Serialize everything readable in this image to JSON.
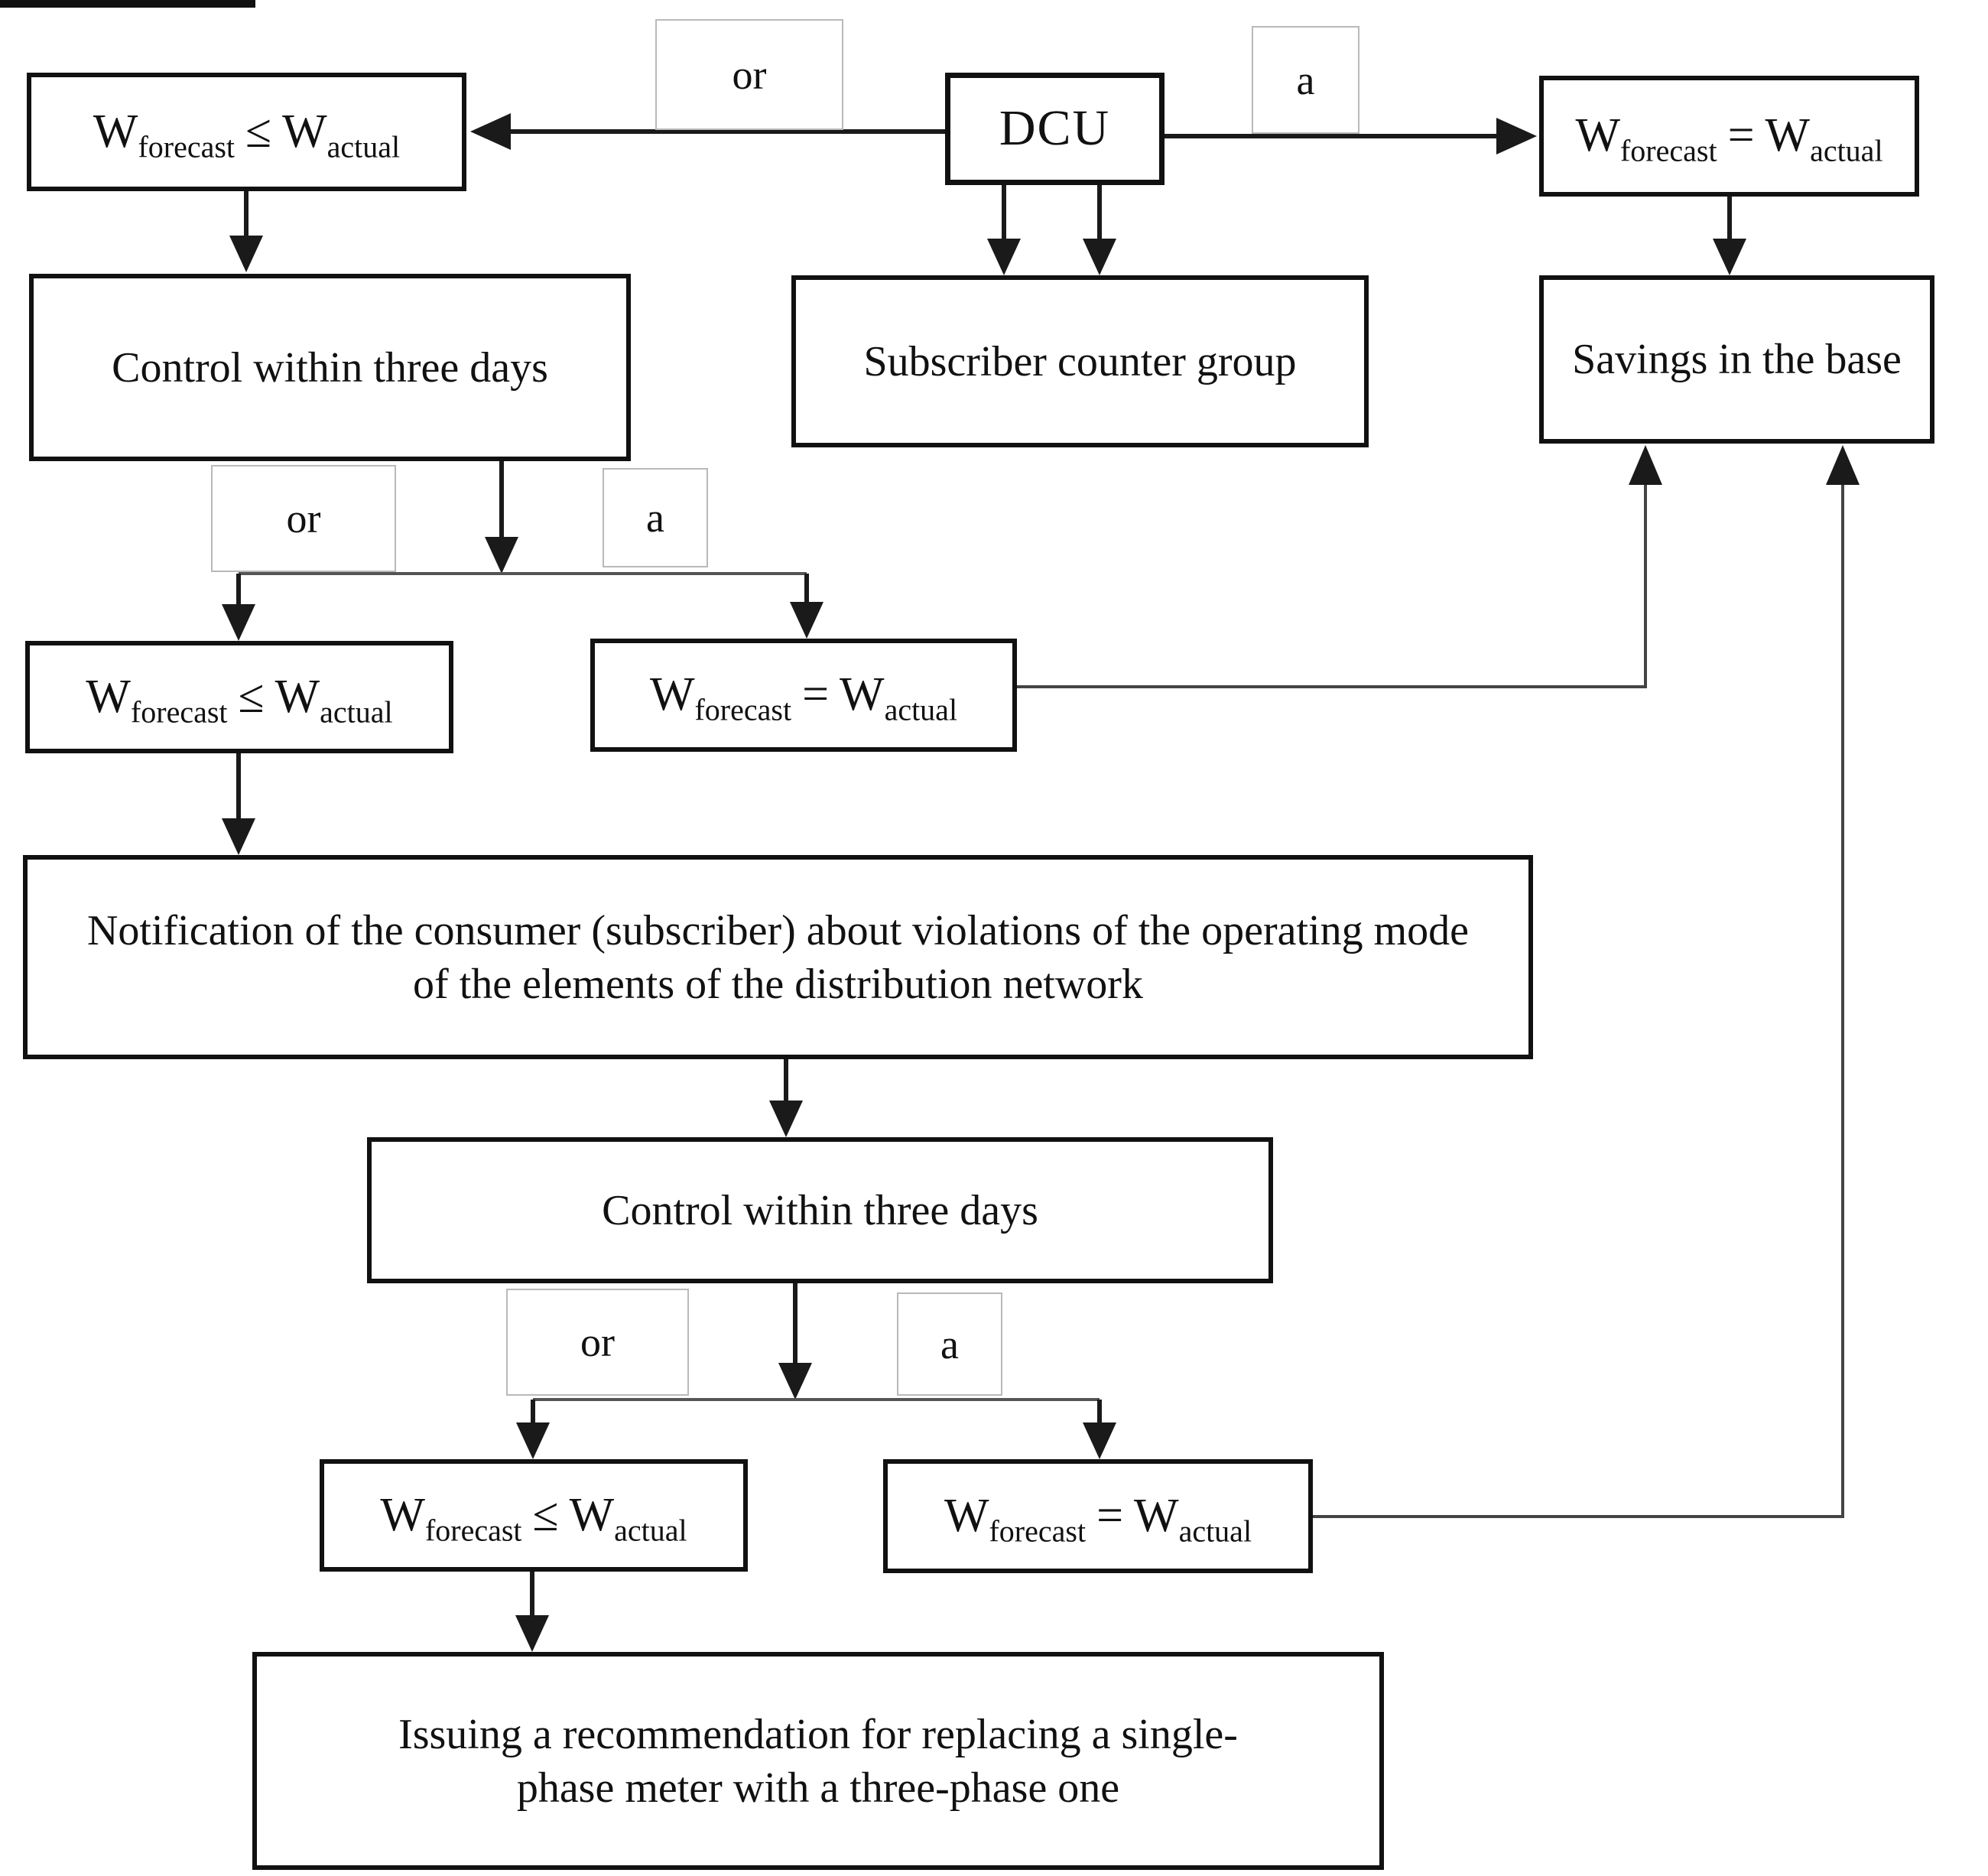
{
  "diagram": {
    "formula": {
      "w": "W",
      "sub_forecast": "forecast",
      "sub_actual": "actual",
      "op_le": "≤",
      "op_eq": "="
    },
    "nodes": {
      "dcu": "DCU",
      "control_within_three_days_1": "Control within three days",
      "subscriber_counter_group": "Subscriber counter group",
      "savings_in_the_base": "Savings in the base",
      "notification": "Notification of the consumer (subscriber) about violations of the operating mode of the elements of the distribution network",
      "control_within_three_days_2": "Control within three days",
      "issuing_recommendation": "Issuing a recommendation for replacing a single-phase meter with a three-phase one"
    },
    "edge_labels": {
      "or": "or",
      "and": "a"
    },
    "colors": {
      "background": "#ffffff",
      "box_border": "#111111",
      "text": "#111111",
      "main_line": "#1a1a1a",
      "thin_line": "#555555",
      "label_border": "#b9b9b9"
    }
  }
}
